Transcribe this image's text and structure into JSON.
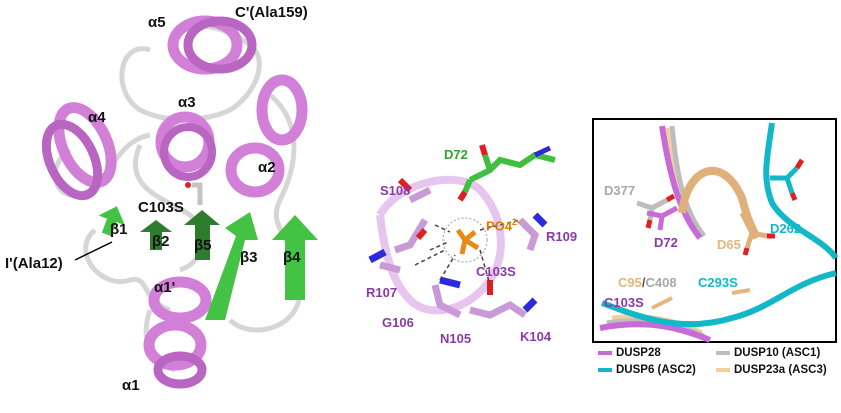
{
  "panel_a": {
    "labels": {
      "c_term": "C'(Ala159)",
      "alpha5": "α5",
      "alpha4": "α4",
      "alpha3": "α3",
      "alpha2": "α2",
      "alpha1": "α1",
      "alpha1p": "α1'",
      "c103s": "C103S",
      "beta1": "β1",
      "beta2": "β2",
      "beta3": "β3",
      "beta4": "β4",
      "beta5": "β5",
      "n_term": "I'(Ala12)"
    },
    "colors": {
      "helix": "#d27fd8",
      "strand": "#44c244",
      "strand_dark": "#2e7d2e",
      "loop": "#d6d6d6"
    }
  },
  "panel_b": {
    "labels": {
      "d72": "D72",
      "s108": "S108",
      "po4_base": "PO4",
      "po4_sup": "2-",
      "r109": "R109",
      "c103s": "C103S",
      "r107": "R107",
      "g106": "G106",
      "n105": "N105",
      "k104": "K104"
    },
    "colors": {
      "green": "#2ca62c",
      "purple": "#8a3aa6",
      "orange": "#e07b00",
      "carbon": "#c99ad6",
      "nitrogen": "#2b2bd9",
      "oxygen": "#e02020"
    }
  },
  "panel_c": {
    "labels": {
      "d377": "D377",
      "d262": "D262",
      "d72": "D72",
      "d65": "D65",
      "c95": "C95",
      "slash": "/",
      "c408": "C408",
      "c293s": "C293S",
      "c103s": "C103S"
    },
    "legend": [
      {
        "name": "DUSP28",
        "color": "#c86ad8"
      },
      {
        "name": "DUSP10 (ASC1)",
        "color": "#bdbdbd"
      },
      {
        "name": "DUSP6 (ASC2)",
        "color": "#12b8c8"
      },
      {
        "name": "DUSP23a (ASC3)",
        "color": "#f2cfa0"
      }
    ],
    "colors": {
      "dusp28": "#c86ad8",
      "dusp10": "#a8a8a8",
      "dusp6": "#12b8c8",
      "dusp23a": "#e8b57a"
    }
  }
}
